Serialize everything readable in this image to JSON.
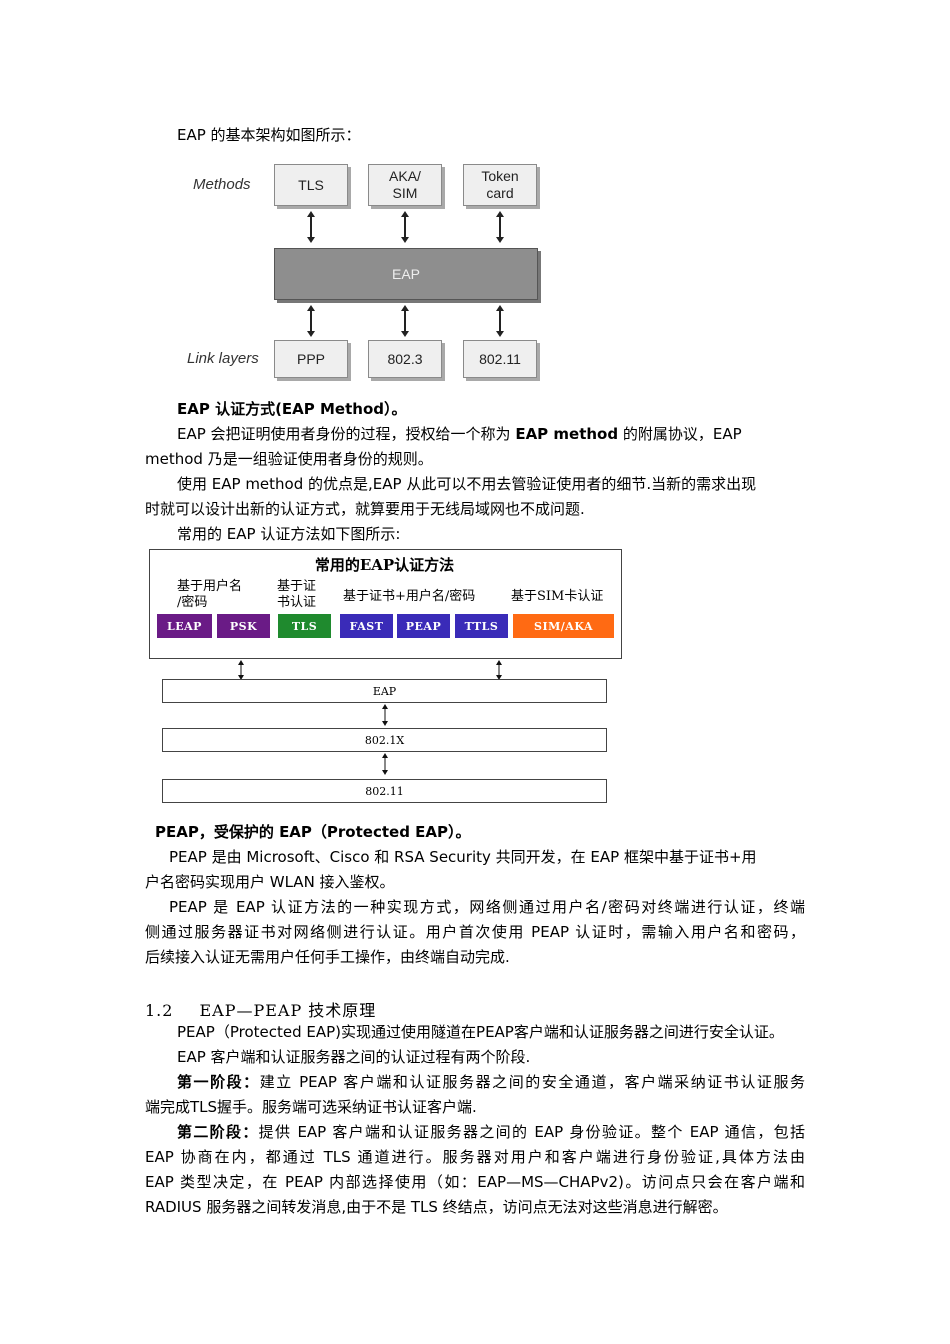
{
  "intro": "EAP 的基本架构如图所示：",
  "diagram1": {
    "methods_label": "Methods",
    "link_layers_label": "Link layers",
    "methods": [
      "TLS",
      "AKA/\nSIM",
      "Token\ncard"
    ],
    "eap": "EAP",
    "links": [
      "PPP",
      "802.3",
      "802.11"
    ]
  },
  "section_eap_method": {
    "heading": "EAP 认证方式(EAP Method）。",
    "p1_line1_a": "EAP 会把证明使用者身份的过程，授权给一个称为 ",
    "p1_line1_b": "EAP method",
    "p1_line1_c": " 的附属协议，EAP",
    "p1_line2": "method 乃是一组验证使用者身份的规则。",
    "p2_line1": "使用 EAP method 的优点是,EAP 从此可以不用去管验证使用者的细节.当新的需求出现",
    "p2_line2": "时就可以设计出新的认证方式，就算要用于无线局域网也不成问题.",
    "p3": "常用的 EAP 认证方法如下图所示:"
  },
  "diagram2": {
    "title": "常用的EAP认证方法",
    "group1": "基于用户名\n/密码",
    "group2": "基于证\n书认证",
    "group3": "基于证书+用户名/密码",
    "group4": "基于SIM卡认证",
    "chips": [
      "LEAP",
      "PSK",
      "TLS",
      "FAST",
      "PEAP",
      "TTLS",
      "SIM/AKA"
    ],
    "layers": [
      "EAP",
      "802.1X",
      "802.11"
    ],
    "colors": {
      "purple": "#6a1b86",
      "green": "#1f8a2e",
      "blue": "#3a2bb8",
      "orange": "#ff6a13"
    }
  },
  "section_peap": {
    "heading": "PEAP，受保护的 EAP（Protected EAP）。",
    "p1_line1": "PEAP 是由 Microsoft、Cisco 和 RSA Security 共同开发，在 EAP 框架中基于证书+用",
    "p1_line2": "户名密码实现用户 WLAN 接入鉴权。",
    "p2_line1": "PEAP 是 EAP 认证方法的一种实现方式，网络侧通过用户名/密码对终端进行认证，终端",
    "p2_line2": "侧通过服务器证书对网络侧进行认证。用户首次使用 PEAP 认证时，需输入用户名和密码，",
    "p2_line3": "后续接入认证无需用户任何手工操作，由终端自动完成."
  },
  "section_12": {
    "number": "1.2",
    "title": "EAP—PEAP 技术原理",
    "p1": "PEAP（Protected EAP)实现通过使用隧道在PEAP客户端和认证服务器之间进行安全认证。",
    "p2": "EAP 客户端和认证服务器之间的认证过程有两个阶段.",
    "phase1_label": "第一阶段：",
    "phase1_line1": "建立 PEAP 客户端和认证服务器之间的安全通道，客户端采纳证书认证服务",
    "phase1_line2": "端完成TLS握手。服务端可选采纳证书认证客户端.",
    "phase2_label": "第二阶段：",
    "phase2_line1": "提供 EAP 客户端和认证服务器之间的 EAP 身份验证。整个 EAP 通信，包括",
    "phase2_line2": "EAP 协商在内，都通过 TLS 通道进行。服务器对用户和客户端进行身份验证,具体方法由",
    "phase2_line3": "EAP 类型决定，在 PEAP 内部选择使用（如：EAP—MS—CHAPv2)。访问点只会在客户端和",
    "phase2_line4": "RADIUS 服务器之间转发消息,由于不是 TLS 终结点，访问点无法对这些消息进行解密。"
  }
}
